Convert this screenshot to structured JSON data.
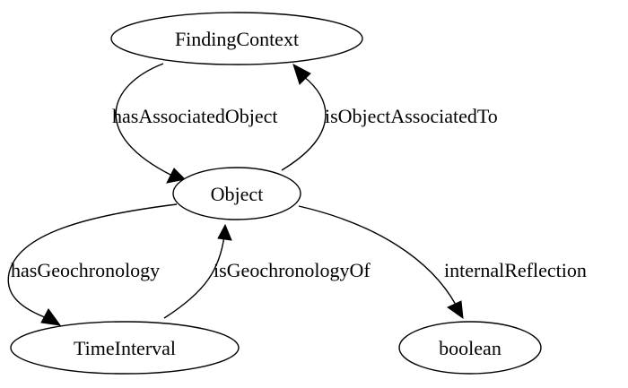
{
  "graph": {
    "nodes": {
      "finding_context": "FindingContext",
      "object": "Object",
      "time_interval": "TimeInterval",
      "boolean": "boolean"
    },
    "edges": {
      "has_associated_object": "hasAssociatedObject",
      "is_object_associated_to": "isObjectAssociatedTo",
      "has_geochronology": "hasGeochronology",
      "is_geochronology_of": "isGeochronologyOf",
      "internal_reflection": "internalReflection"
    }
  }
}
